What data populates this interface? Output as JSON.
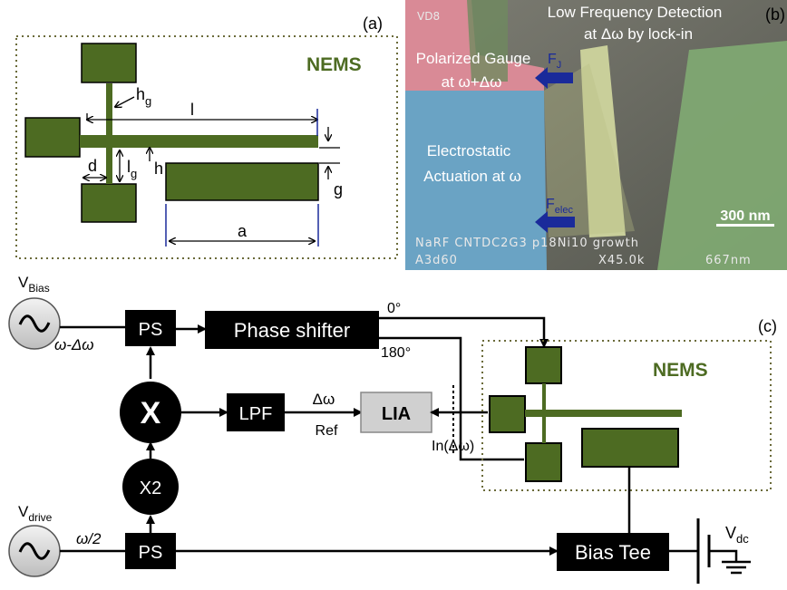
{
  "panel_a": {
    "panel_label": "(a)",
    "nems_label": "NEMS",
    "dims": {
      "h_main": "h",
      "h_sub": "g",
      "l": "l",
      "d": "d",
      "lg_main": "l",
      "lg_sub": "g",
      "h": "h",
      "g": "g",
      "a": "a"
    },
    "colors": {
      "electrode": "#4d6b22",
      "border": "#6b6b3a",
      "nems_text": "#4d6b22"
    }
  },
  "panel_b": {
    "panel_label": "(b)",
    "text_detection_line1": "Low Frequency Detection",
    "text_detection_line2": "at Δω by lock-in",
    "text_gauge_line1": "Polarized Gauge",
    "text_gauge_line2": "at ω+Δω",
    "text_actuation_line1": "Electrostatic",
    "text_actuation_line2": "Actuation at ω",
    "force_j_main": "F",
    "force_j_sub": "J",
    "force_elec_main": "F",
    "force_elec_sub": "elec",
    "scale_bar": "300 nm",
    "sem_info_1": "NaRF  CNTDC2G3  p18Ni10  growth",
    "sem_id_top": "VD8",
    "sem_info_2_left": "A3d60",
    "sem_info_2_mid": "X45.0k",
    "sem_info_2_right": "667nm",
    "colors": {
      "gauge_region": "#d98a96",
      "actuation_region": "#6aa3c4",
      "beam": "#c9cf9a",
      "electrode": "#7fa872",
      "arrow": "#1a2a9a"
    }
  },
  "panel_c": {
    "panel_label": "(c)",
    "v_bias_main": "V",
    "v_bias_sub": "Bias",
    "v_drive_main": "V",
    "v_drive_sub": "drive",
    "freq_bias": "ω-Δω",
    "freq_drive": "ω/2",
    "ps_top": "PS",
    "ps_bottom": "PS",
    "phase_shifter": "Phase shifter",
    "phase_0": "0°",
    "phase_180": "180°",
    "mixer": "X",
    "doubler": "X2",
    "lpf": "LPF",
    "delta_omega": "Δω",
    "ref": "Ref",
    "lia": "LIA",
    "lia_input": "In(Δω)",
    "nems_label": "NEMS",
    "bias_tee": "Bias Tee",
    "v_dc_main": "V",
    "v_dc_sub": "dc",
    "colors": {
      "block": "#000000",
      "lia_fill": "#d0d0d0",
      "electrode": "#4d6b22",
      "nems_text": "#4d6b22"
    }
  }
}
